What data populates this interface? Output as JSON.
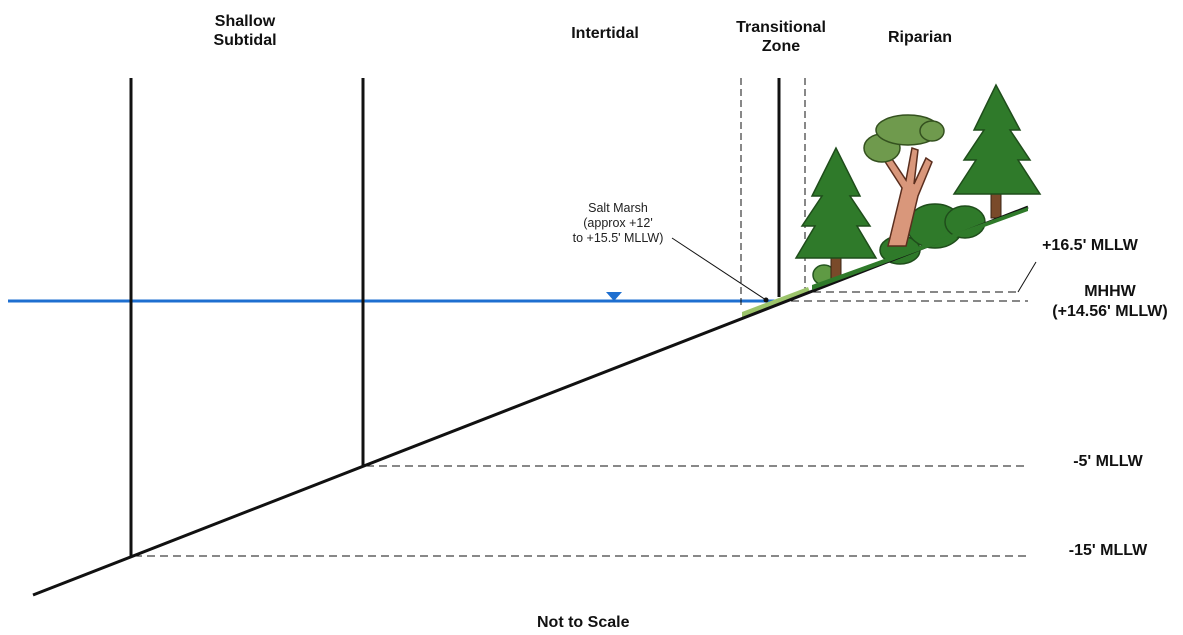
{
  "zones": {
    "shallow_subtidal": [
      "Shallow",
      "Subtidal"
    ],
    "intertidal": "Intertidal",
    "transitional": [
      "Transitional",
      "Zone"
    ],
    "riparian": "Riparian"
  },
  "salt_marsh": [
    "Salt Marsh",
    "(approx +12'",
    "to +15.5' MLLW)"
  ],
  "levels": {
    "top": "+16.5' MLLW",
    "mhhw": [
      "MHHW",
      "(+14.56' MLLW)"
    ],
    "minus5": "-5' MLLW",
    "minus15": "-15' MLLW"
  },
  "footer": "Not to Scale",
  "colors": {
    "water": "#1e6fd0",
    "line": "#111111",
    "tree_dark": "#2f7a2a",
    "tree_light": "#5f9a44",
    "marsh": "#9cc46b",
    "trunk": "#d9977b"
  },
  "icons": [
    "water-surface-triangle-icon",
    "conifer-tree-icon",
    "deciduous-tree-icon",
    "shrub-icon"
  ]
}
